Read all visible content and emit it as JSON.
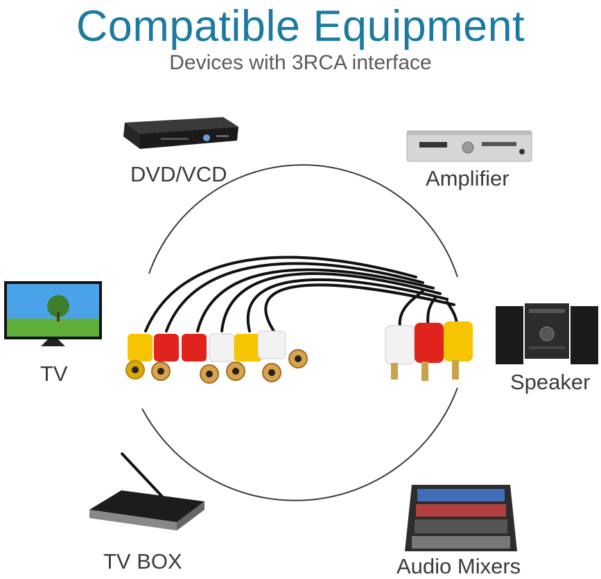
{
  "header": {
    "title": "Compatible Equipment",
    "subtitle": "Devices with 3RCA interface"
  },
  "devices": [
    {
      "label": "DVD/VCD",
      "icon": "dvd-player-icon"
    },
    {
      "label": "Amplifier",
      "icon": "amplifier-icon"
    },
    {
      "label": "TV",
      "icon": "tv-icon"
    },
    {
      "label": "Speaker",
      "icon": "speaker-system-icon"
    },
    {
      "label": "TV BOX",
      "icon": "tv-box-icon"
    },
    {
      "label": "Audio Mixers",
      "icon": "audio-mixer-icon"
    }
  ],
  "colors": {
    "title": "#1c7aa0",
    "rca_yellow": "#f6c400",
    "rca_red": "#e0231c",
    "rca_white": "#f2f2f2",
    "cable": "#111111"
  }
}
